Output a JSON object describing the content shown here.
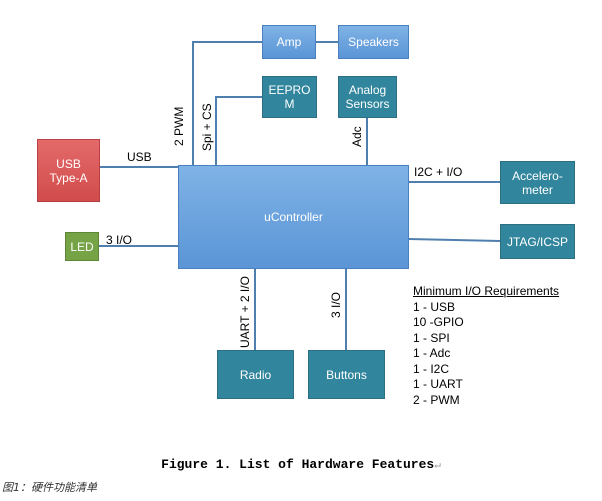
{
  "blocks": {
    "amp": "Amp",
    "speakers": "Speakers",
    "eeprom_line1": "EEPRO",
    "eeprom_line2": "M",
    "analog_line1": "Analog",
    "analog_line2": "Sensors",
    "usb_line1": "USB",
    "usb_line2": "Type-A",
    "ucontroller": "uController",
    "accel_line1": "Accelero-",
    "accel_line2": "meter",
    "led": "LED",
    "jtag": "JTAG/ICSP",
    "radio": "Radio",
    "buttons": "Buttons"
  },
  "links": {
    "pwm": "2 PWM",
    "spi": "Spi + CS",
    "adc": "Adc",
    "usb": "USB",
    "i2c": "I2C + I/O",
    "led_io": "3 I/O",
    "uart": "UART + 2 I/O",
    "buttons_io": "3 I/O"
  },
  "requirements": {
    "title": "Minimum I/O Requirements",
    "items": [
      "1 - USB",
      "10 -GPIO",
      "1 - SPI",
      "1 - Adc",
      "1 - I2C",
      "1 - UART",
      "2 - PWM"
    ]
  },
  "caption": {
    "text": "Figure 1. List of Hardware Features",
    "return_mark": "↵",
    "subtitle": "图1：硬件功能清单"
  },
  "colors": {
    "blue_block": "#5b95d6",
    "teal_block": "#31859c",
    "red_block": "#d14c4c",
    "green_block": "#76a346",
    "line": "#4f7fae"
  }
}
